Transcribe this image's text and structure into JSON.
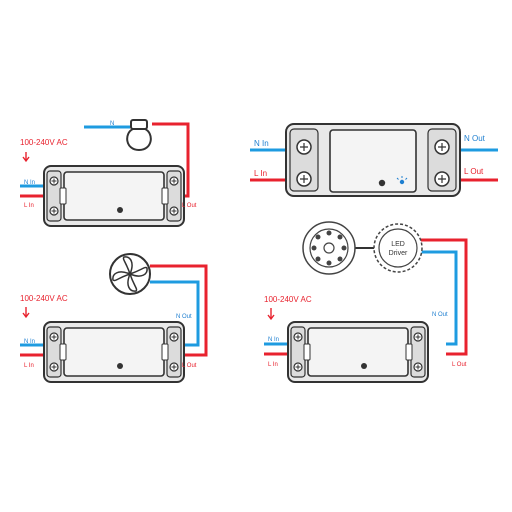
{
  "colors": {
    "live_wire": "#e8222e",
    "neutral_wire": "#1e9be0",
    "outline": "#333333",
    "indicator": "#1e7fd0"
  },
  "icons": {
    "bulb": "light-bulb-icon",
    "fan": "fan-icon",
    "downlight": "downlight-icon",
    "driver": "led-driver-icon",
    "arrow": "down-arrow-icon"
  },
  "diagram_bulb": {
    "voltage": "100-240V AC",
    "n_label": "N",
    "n_in": "N In",
    "l_in": "L In",
    "l_out": "L Out"
  },
  "diagram_fan": {
    "voltage": "100-240V AC",
    "n_in": "N In",
    "l_in": "L In",
    "n_out": "N Out",
    "l_out": "L Out"
  },
  "diagram_large": {
    "n_in": "N In",
    "l_in": "L In",
    "n_out": "N Out",
    "l_out": "L Out"
  },
  "diagram_led": {
    "voltage": "100-240V AC",
    "n_in": "N In",
    "l_in": "L In",
    "n_out": "N Out",
    "l_out": "L Out",
    "driver_line1": "LED",
    "driver_line2": "Driver"
  }
}
